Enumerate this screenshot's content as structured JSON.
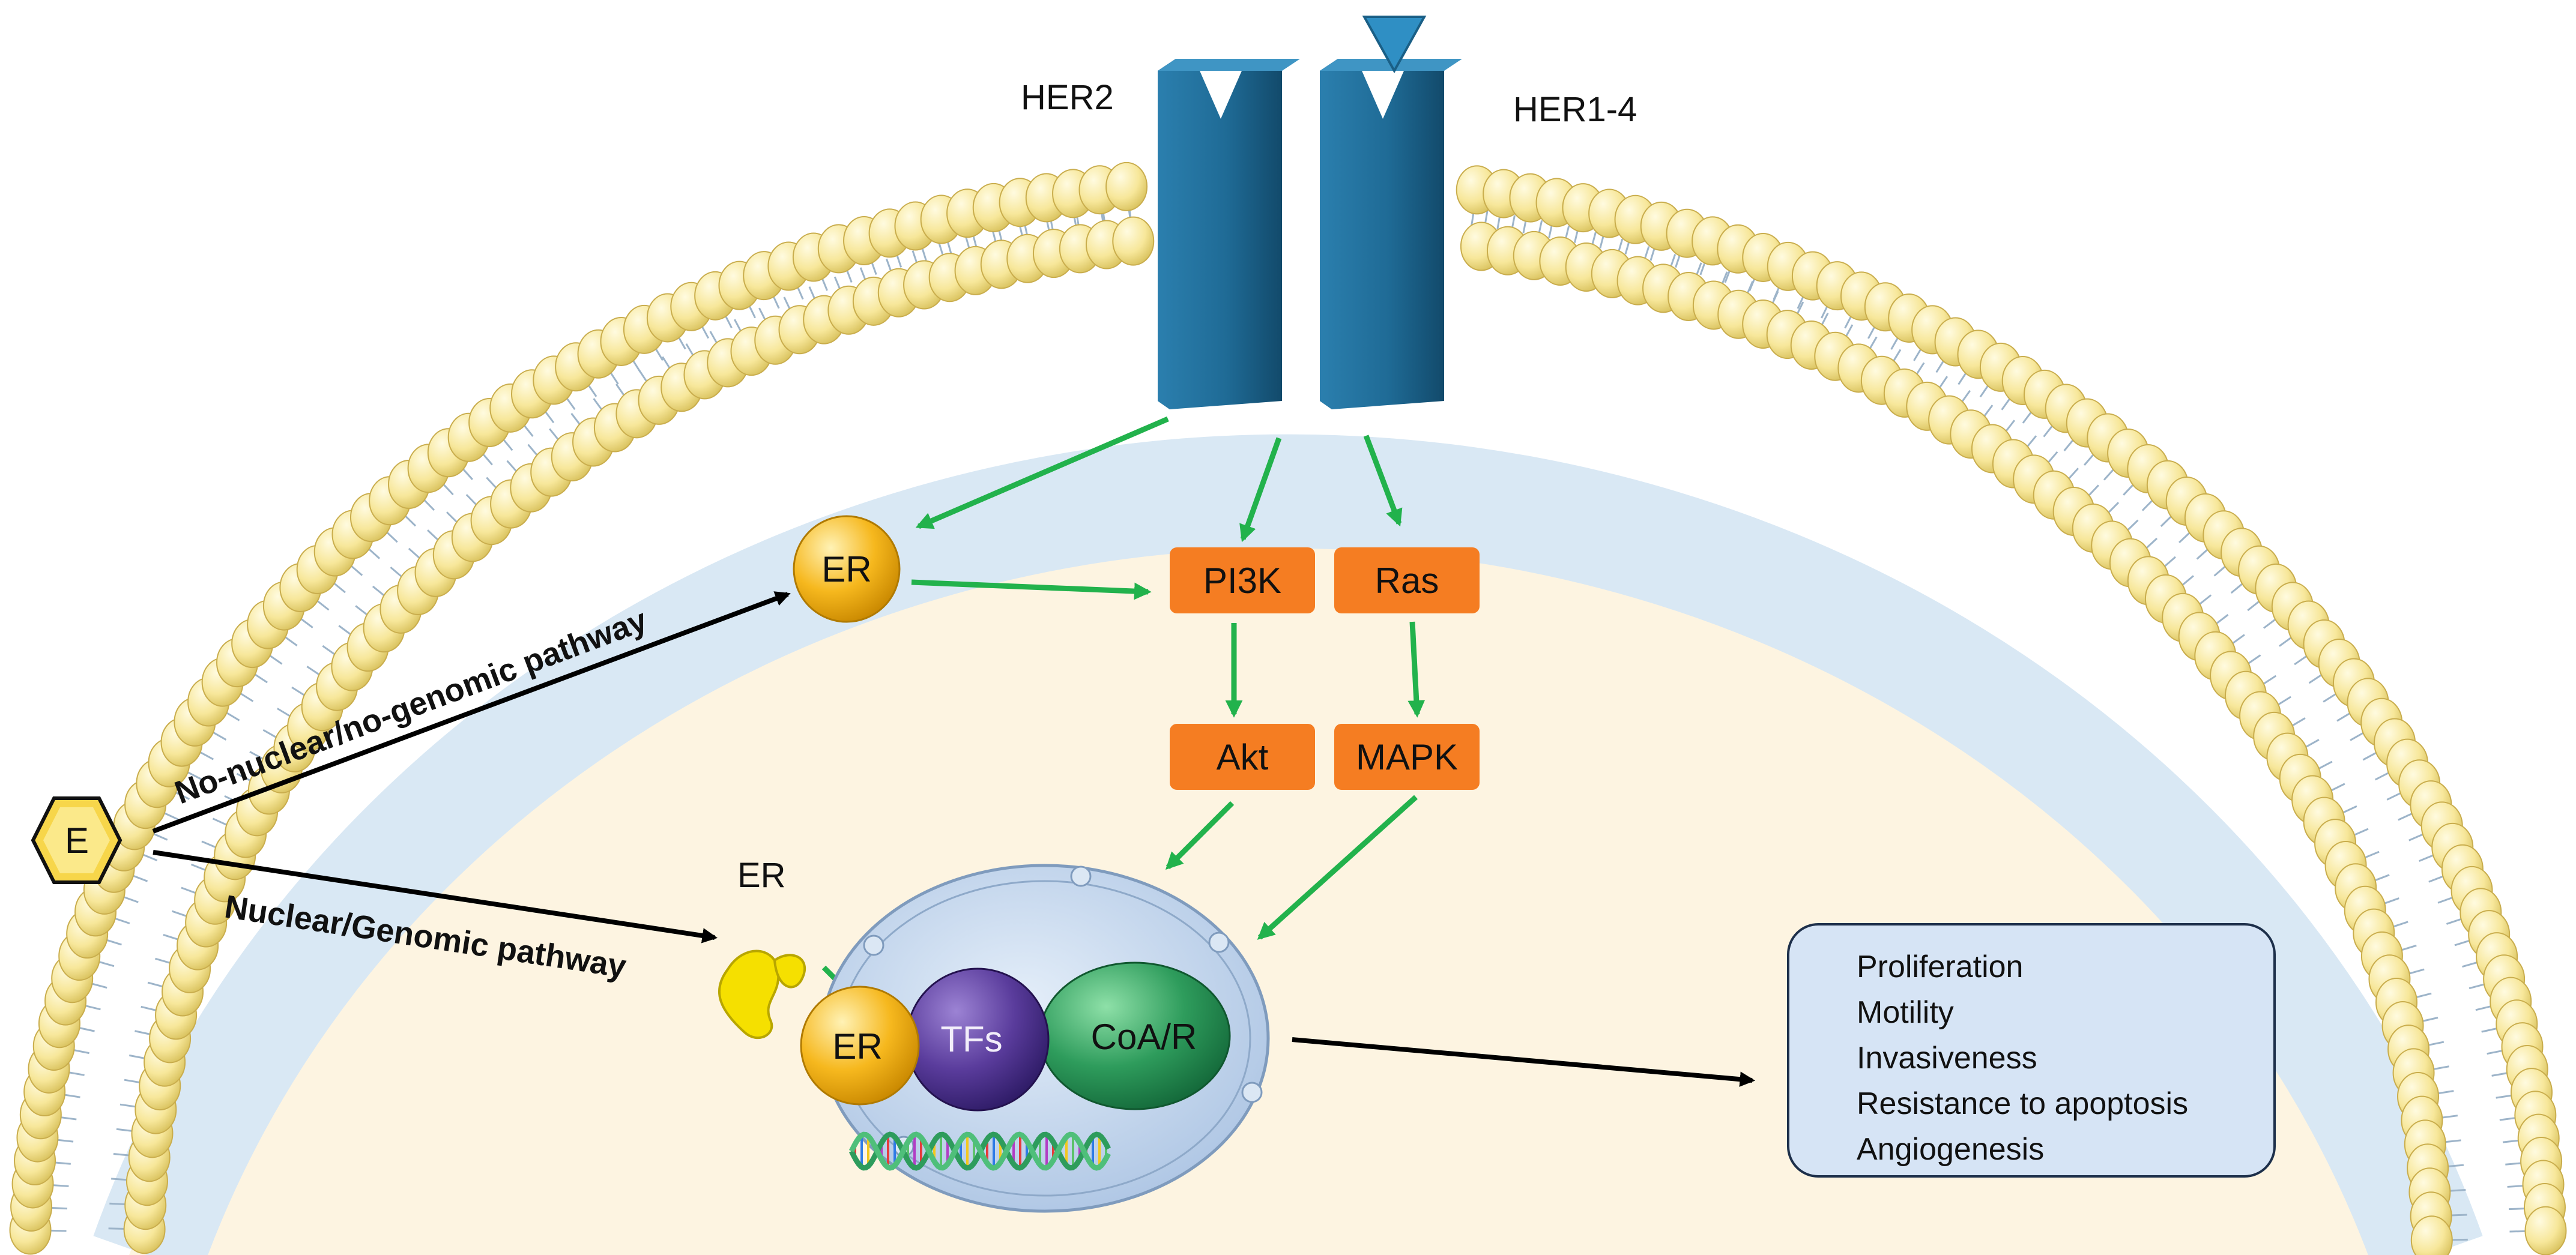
{
  "labels": {
    "her2": "HER2",
    "her14": "HER1-4",
    "er_cyto": "ER",
    "er_receptor": "ER",
    "er_nucleus": "ER",
    "estrogen": "E",
    "tfs": "TFs",
    "coar": "CoA/R"
  },
  "kinases": {
    "pi3k": "PI3K",
    "ras": "Ras",
    "akt": "Akt",
    "mapk": "MAPK"
  },
  "pathways": {
    "non_genomic": "No-nuclear/no-genomic pathway",
    "genomic": "Nuclear/Genomic pathway"
  },
  "outcomes": [
    "Proliferation",
    "Motility",
    "Invasiveness",
    "Resistance to apoptosis",
    "Angiogenesis"
  ],
  "colors": {
    "cytoplasm": "#fdf4e1",
    "membrane_band": "#d9e8f4",
    "lipid_head": "#f7e79a",
    "receptor": "#1f6b96",
    "kinase_box": "#f57d22",
    "arrow_green": "#22b24c",
    "arrow_black": "#000000",
    "outcome_box": "#d6e4f5",
    "er_sphere": "#f6b81e",
    "tfs_sphere": "#5a3c9c",
    "coar_sphere": "#2e9c5c",
    "nucleus": "#b9cfe8"
  }
}
